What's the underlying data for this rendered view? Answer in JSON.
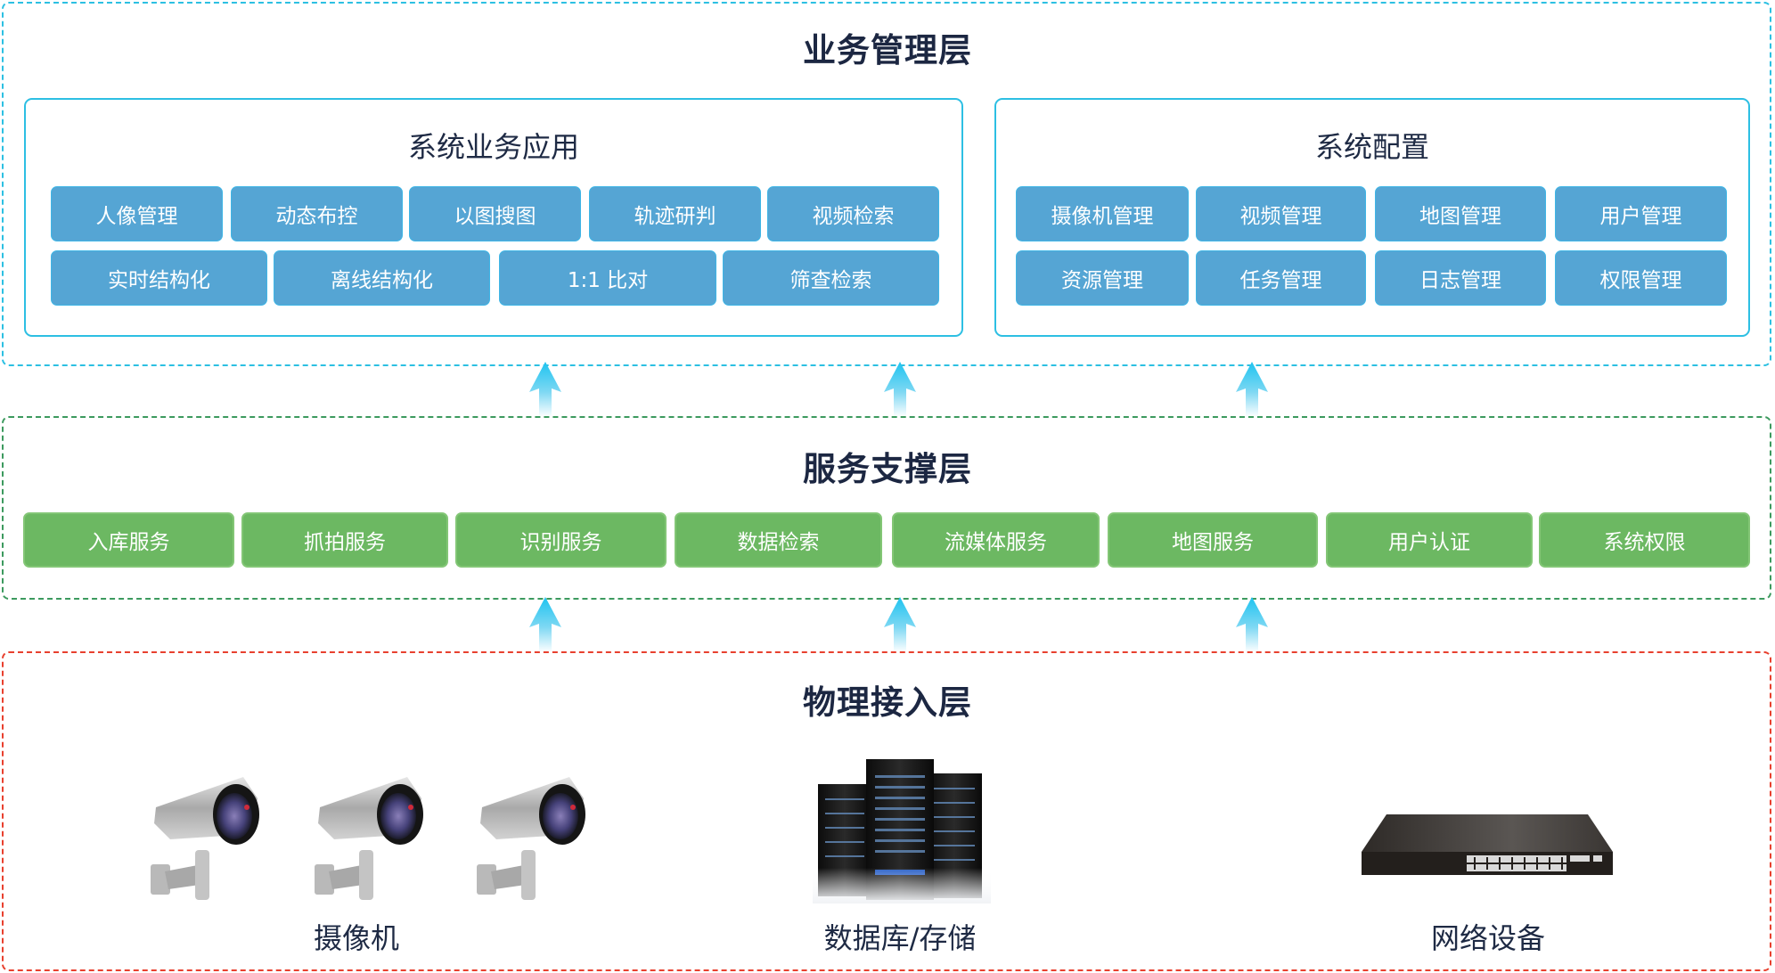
{
  "layers": {
    "management": {
      "title": "业务管理层",
      "business_apps": {
        "title": "系统业务应用",
        "row1": [
          "人像管理",
          "动态布控",
          "以图搜图",
          "轨迹研判",
          "视频检索"
        ],
        "row2": [
          "实时结构化",
          "离线结构化",
          "1:1 比对",
          "筛查检索"
        ]
      },
      "system_config": {
        "title": "系统配置",
        "row1": [
          "摄像机管理",
          "视频管理",
          "地图管理",
          "用户管理"
        ],
        "row2": [
          "资源管理",
          "任务管理",
          "日志管理",
          "权限管理"
        ]
      }
    },
    "service": {
      "title": "服务支撑层",
      "items": [
        "入库服务",
        "抓拍服务",
        "识别服务",
        "数据检索",
        "流媒体服务",
        "地图服务",
        "用户认证",
        "系统权限"
      ]
    },
    "physical": {
      "title": "物理接入层",
      "devices": [
        {
          "label": "摄像机",
          "icon": "camera-icon",
          "count": 3
        },
        {
          "label": "数据库/存储",
          "icon": "server-rack-icon",
          "count": 1
        },
        {
          "label": "网络设备",
          "icon": "network-switch-icon",
          "count": 1
        }
      ]
    }
  },
  "colors": {
    "management_border": "#2cc0e2",
    "service_border": "#3c9a5e",
    "physical_border": "#e8402e",
    "app_button": "#55a5d4",
    "service_button": "#6cb862",
    "arrow": "#22c4ee",
    "title_text": "#1c2742"
  }
}
